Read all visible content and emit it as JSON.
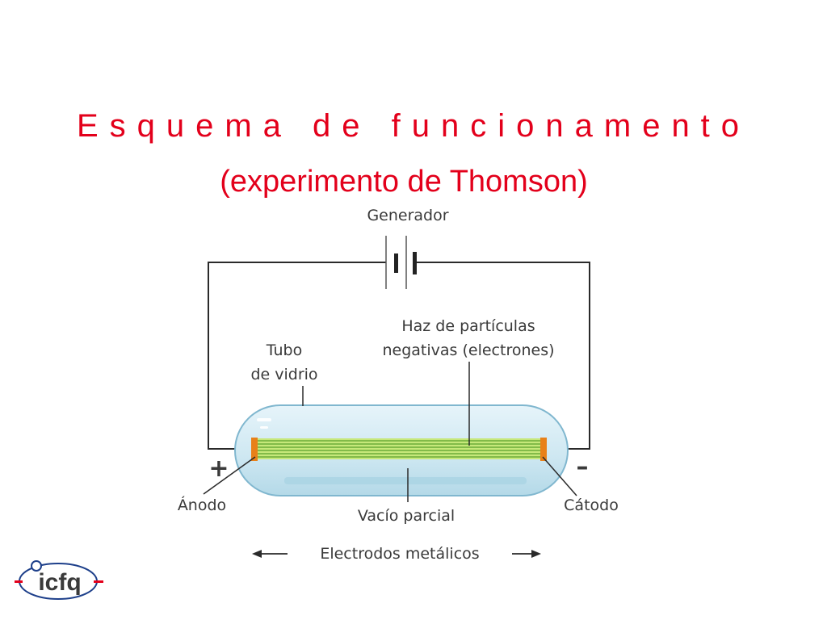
{
  "slide": {
    "title": "Esquema de funcionamento",
    "subtitle": "(experimento de Thomson)"
  },
  "diagram": {
    "generator_label": "Generador",
    "glass_tube_label": [
      "Tubo",
      "de vidrio"
    ],
    "beam_label": [
      "Haz de partículas",
      "negativas (electrones)"
    ],
    "plus_sign": "+",
    "minus_sign": "–",
    "anode_label": "Ánodo",
    "cathode_label": "Cátodo",
    "vacuum_label": "Vacío parcial",
    "electrodes_label": "Electrodos metálicos",
    "colors": {
      "title": "#e3001b",
      "wire": "#2a2a2a",
      "tube_fill": "#cfe9f3",
      "tube_stroke": "#7fb6cf",
      "beam": "#8cc63f",
      "electrode": "#e8811a"
    }
  },
  "logo": {
    "text": "icfq",
    "colors": {
      "ring": "#1d3f8a",
      "accent": "#e3001b"
    }
  }
}
